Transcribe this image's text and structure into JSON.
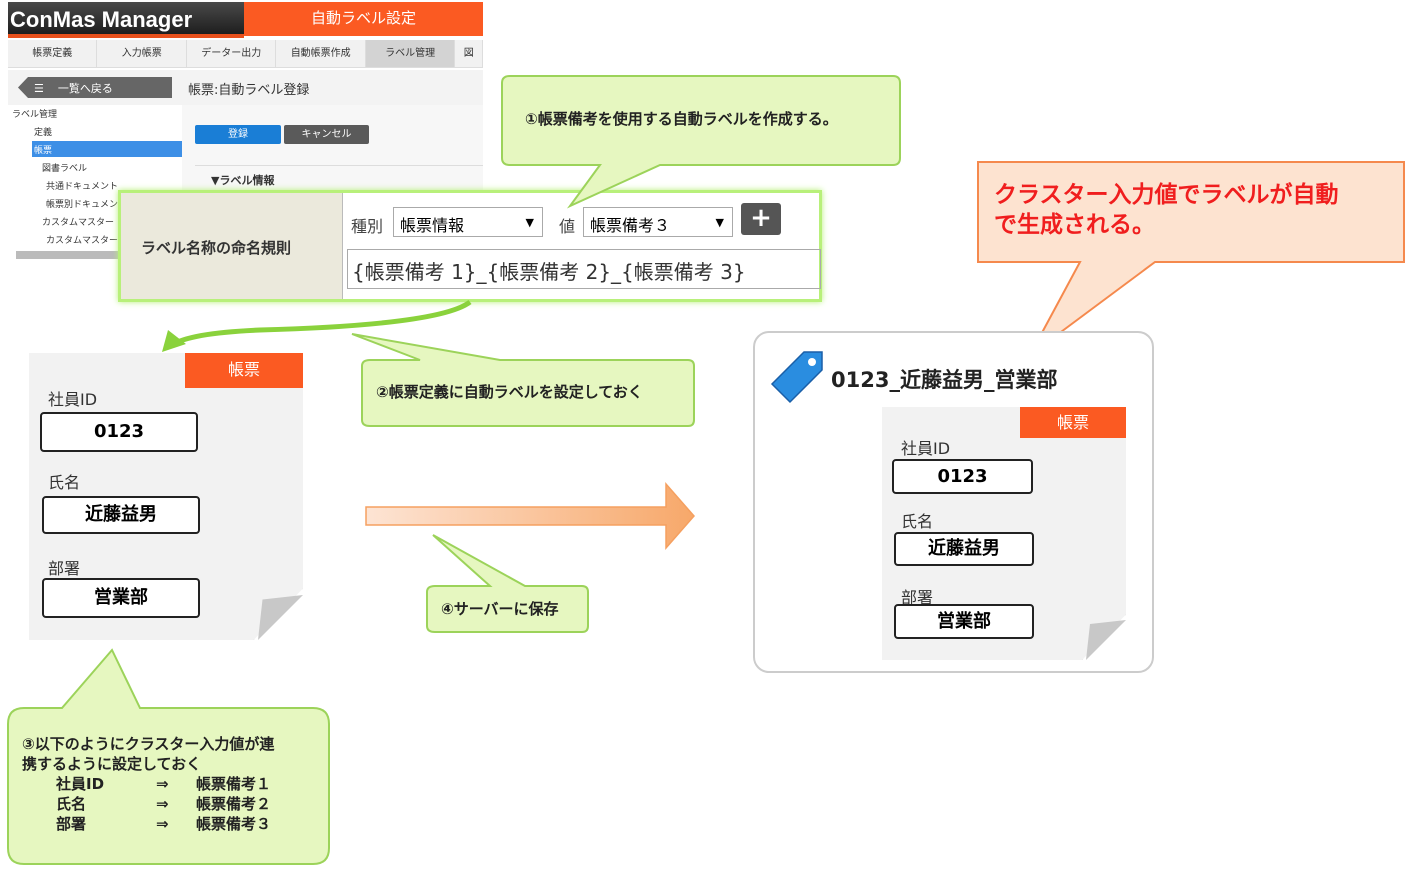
{
  "app": {
    "title": "ConMas Manager",
    "banner": "自動ラベル設定"
  },
  "nav": [
    "帳票定義",
    "入力帳票",
    "データー出力",
    "自動帳票作成",
    "ラベル管理",
    "図"
  ],
  "back_label": "一覧へ戻る",
  "page_title": "帳票:自動ラベル登録",
  "tree": [
    "ラベル管理",
    "定義",
    "帳票",
    "図書ラベル",
    "共通ドキュメント",
    "帳票別ドキュメント",
    "カスタムマスター",
    "カスタムマスター"
  ],
  "buttons": {
    "register": "登録",
    "cancel": "キャンセル"
  },
  "section": "▼ラベル情報",
  "rule": {
    "label": "ラベル名称の命名規則",
    "type_label": "種別",
    "type_value": "帳票情報",
    "value_label": "値",
    "value_value": "帳票備考３",
    "add": "+",
    "formula": "{帳票備考 1}_{帳票備考 2}_{帳票備考 3}"
  },
  "callouts": {
    "c1": "①帳票備考を使用する自動ラベルを作成する。",
    "c2": "②帳票定義に自動ラベルを設定しておく",
    "c3": [
      "③以下のようにクラスター入力値が連",
      "携するように設定しておく"
    ],
    "c3_map": [
      [
        "社員ID",
        "⇒",
        "帳票備考１"
      ],
      [
        "氏名",
        "⇒",
        "帳票備考２"
      ],
      [
        "部署",
        "⇒",
        "帳票備考３"
      ]
    ],
    "c4": "④サーバーに保存",
    "c5": [
      "クラスター入力値でラベルが自動",
      "で生成される。"
    ]
  },
  "form": {
    "tag": "帳票",
    "fields": [
      {
        "label": "社員ID",
        "value": "0123"
      },
      {
        "label": "氏名",
        "value": "近藤益男"
      },
      {
        "label": "部署",
        "value": "営業部"
      }
    ]
  },
  "result_label": "0123_近藤益男_営業部",
  "colors": {
    "orange": "#fb5a22",
    "green_fill": "#e6f7c0",
    "green_stroke": "#9cd35a"
  }
}
